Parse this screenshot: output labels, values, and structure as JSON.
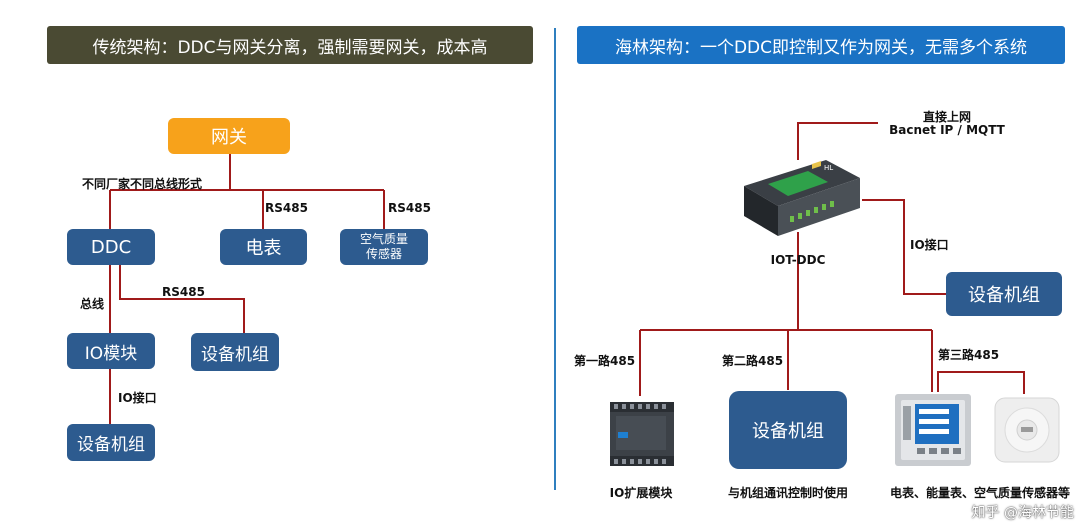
{
  "left": {
    "banner": "传统架构：DDC与网关分离，强制需要网关，成本高",
    "gateway": "网关",
    "bus_note": "不同厂家不同总线形式",
    "ddc": "DDC",
    "meter": "电表",
    "air_sensor_line1": "空气质量",
    "air_sensor_line2": "传感器",
    "rs485_meter": "RS485",
    "rs485_air": "RS485",
    "rs485_equip": "RS485",
    "bus_label": "总线",
    "io_module": "IO模块",
    "equipment": "设备机组",
    "io_port": "IO接口",
    "equipment_bottom": "设备机组"
  },
  "right": {
    "banner": "海林架构：一个DDC即控制又作为网关，无需多个系统",
    "uplink_line1": "直接上网",
    "uplink_line2": "Bacnet IP / MQTT",
    "iot_ddc": "IOT-DDC",
    "io_port": "IO接口",
    "equipment": "设备机组",
    "path1": "第一路485",
    "path2": "第二路485",
    "path3": "第三路485",
    "equipment_center": "设备机组",
    "cap_io_ext": "IO扩展模块",
    "cap_comm": "与机组通讯控制时使用",
    "cap_meters": "电表、能量表、空气质量传感器等",
    "device_brand": "HL"
  },
  "watermark": "知乎 @海林节能",
  "colors": {
    "wire": "#a01a1a",
    "node_blue": "#2d5b8f",
    "gateway_orange": "#f7a21b",
    "banner_left": "#4a4a33",
    "banner_right": "#1a72c4"
  }
}
